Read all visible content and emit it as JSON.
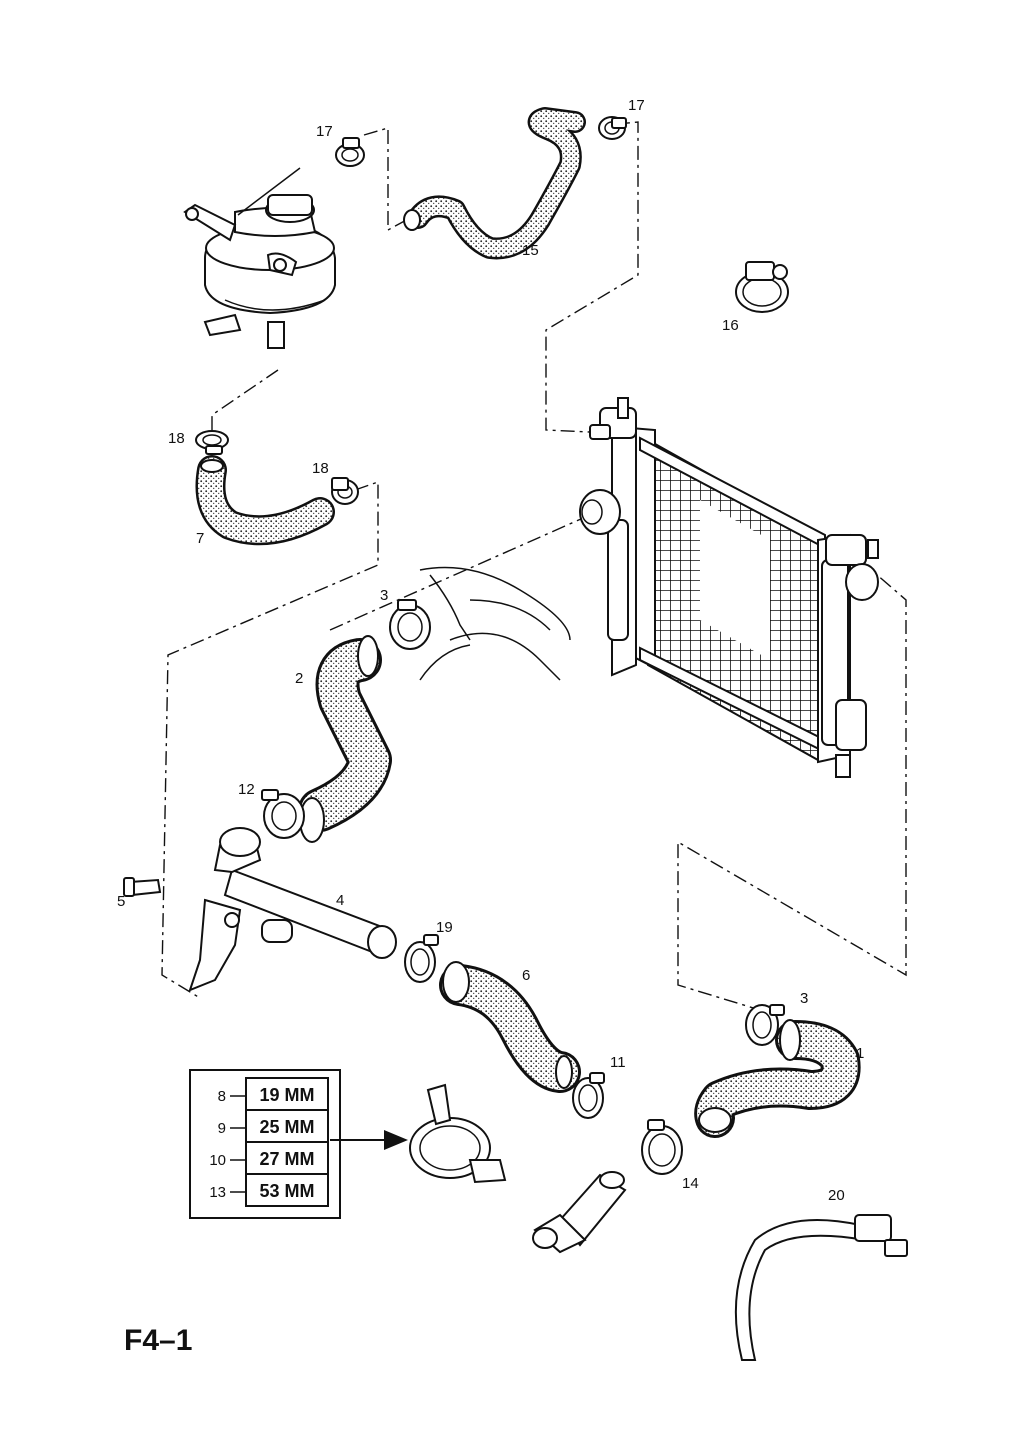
{
  "page_code": "F4–1",
  "callouts": {
    "c17a": "17",
    "c17b": "17",
    "c15": "15",
    "c16": "16",
    "c18a": "18",
    "c18b": "18",
    "c7": "7",
    "c3a": "3",
    "c2": "2",
    "c12": "12",
    "c5": "5",
    "c4": "4",
    "c19": "19",
    "c6": "6",
    "c3b": "3",
    "c1": "1",
    "c11": "11",
    "c14": "14",
    "c20": "20"
  },
  "clamp_sizes": [
    {
      "ref": "8",
      "size": "19 MM"
    },
    {
      "ref": "9",
      "size": "25 MM"
    },
    {
      "ref": "10",
      "size": "27 MM"
    },
    {
      "ref": "13",
      "size": "53 MM"
    }
  ],
  "icons": {
    "pattern": "hose-texture-dots",
    "arrow": "arrow-right-icon"
  }
}
